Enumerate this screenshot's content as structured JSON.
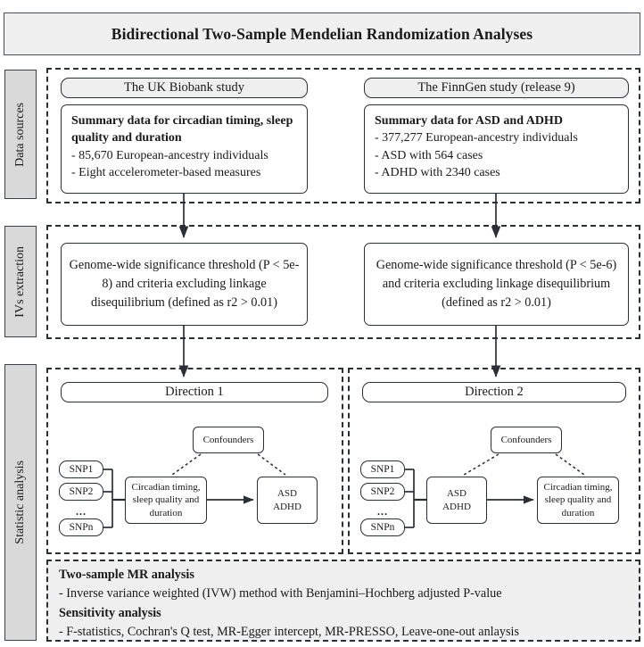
{
  "title": "Bidirectional Two-Sample Mendelian Randomization Analyses",
  "stages": [
    {
      "id": "data-sources",
      "label": "Data sources"
    },
    {
      "id": "ivs-extraction",
      "label": "IVs extraction"
    },
    {
      "id": "statistic-analysis",
      "label": "Statistic analysis"
    }
  ],
  "data_sources": {
    "left": {
      "header": "The UK Biobank study",
      "card_title": "Summary data for circadian timing, sleep quality and duration",
      "bullets": [
        "- 85,670 European-ancestry individuals",
        "- Eight accelerometer-based measures"
      ]
    },
    "right": {
      "header": "The FinnGen study (release 9)",
      "card_title": "Summary data for ASD and ADHD",
      "bullets": [
        "- 377,277 European-ancestry individuals",
        "- ASD with 564 cases",
        "- ADHD with 2340 cases"
      ]
    }
  },
  "ivs_extraction": {
    "left": "Genome-wide significance threshold (P < 5e-8) and criteria excluding linkage disequilibrium (defined as r2 > 0.01)",
    "right": "Genome-wide significance threshold (P < 5e-6) and criteria excluding linkage disequilibrium (defined as r2 > 0.01)"
  },
  "statistic_analysis": {
    "direction1": {
      "header": "Direction 1",
      "confounders": "Confounders",
      "snps": [
        "SNP1",
        "SNP2",
        "SNPn"
      ],
      "snp_ellipsis": "...",
      "exposure": "Circadian timing, sleep quality and duration",
      "outcome": "ASD ADHD"
    },
    "direction2": {
      "header": "Direction 2",
      "confounders": "Confounders",
      "snps": [
        "SNP1",
        "SNP2",
        "SNPn"
      ],
      "snp_ellipsis": "...",
      "exposure": "ASD ADHD",
      "outcome": "Circadian timing, sleep quality and duration"
    },
    "summary": {
      "mr_heading": "Two-sample MR analysis",
      "mr_line": "- Inverse variance weighted (IVW) method with Benjamini–Hochberg adjusted P-value",
      "sensitivity_heading": "Sensitivity analysis",
      "sensitivity_line": "- F-statistics, Cochran's Q test, MR-Egger intercept, MR-PRESSO, Leave-one-out anlaysis"
    }
  },
  "colors": {
    "stroke": "#2b2f36",
    "title_fill": "#f0f0f0",
    "stage_fill": "#d9d9d9",
    "header_fill": "#efefef",
    "summary_fill": "#efefef",
    "page_bg": "#ffffff"
  }
}
